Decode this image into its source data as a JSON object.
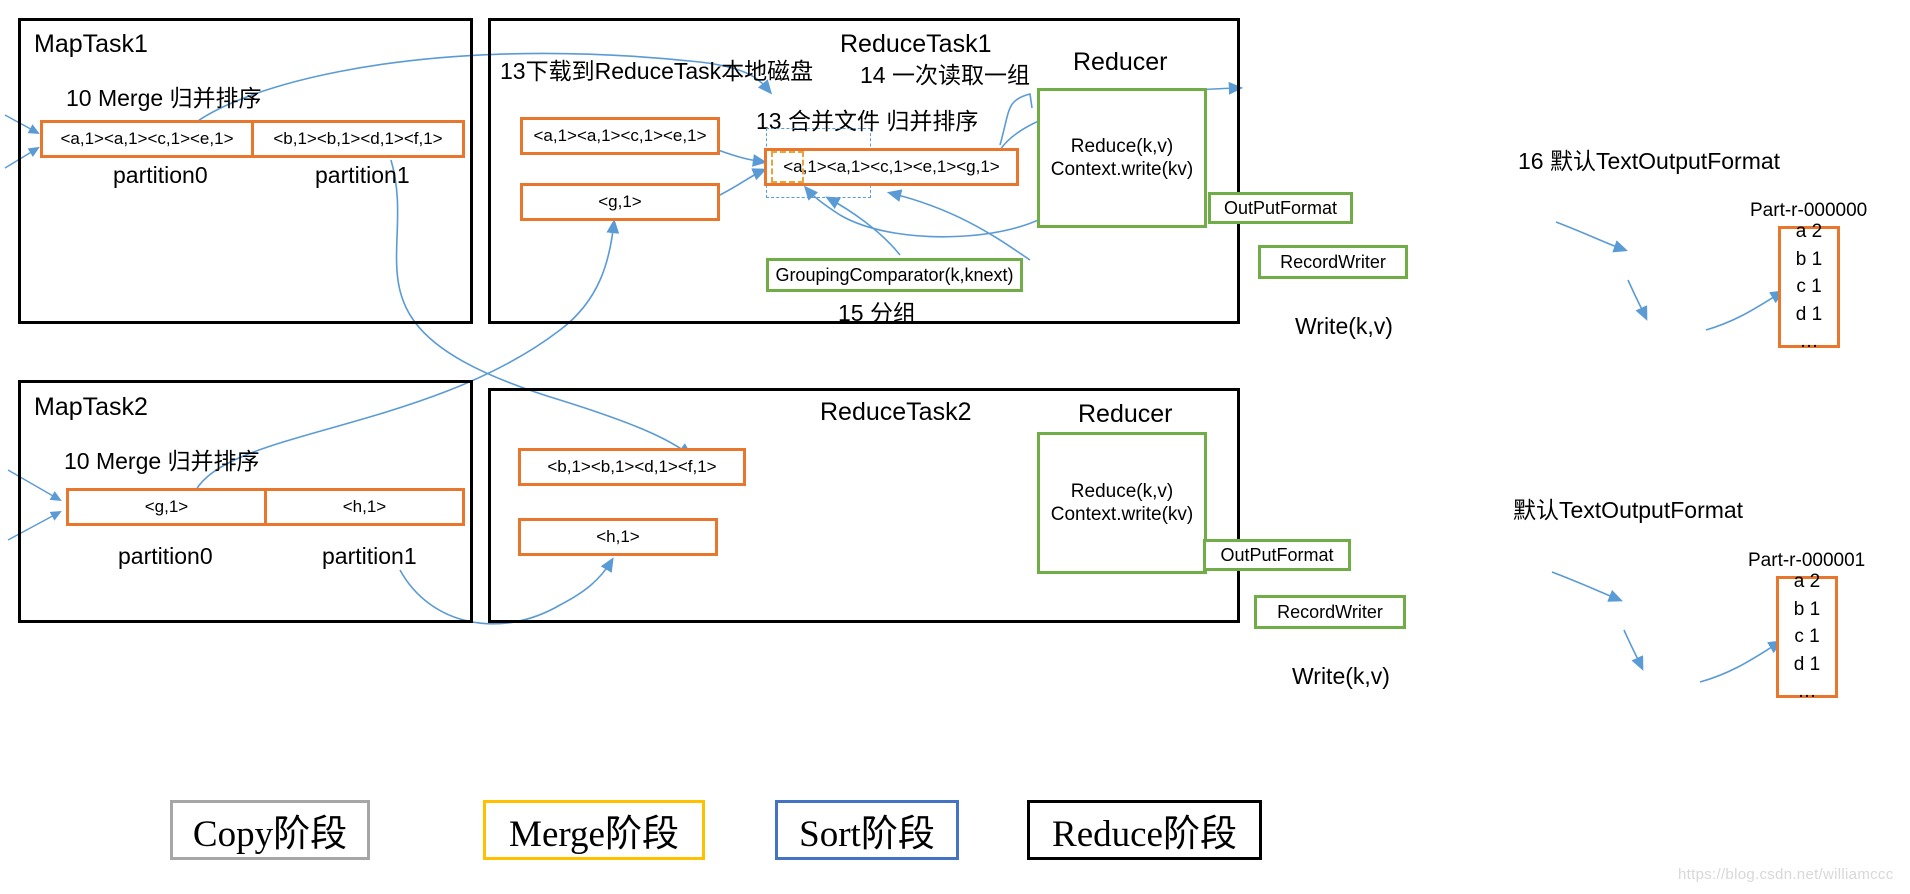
{
  "diagram": {
    "title_hidden": "MapReduce Shuffle / Reduce phase diagram",
    "watermark": "https://blog.csdn.net/williamccc"
  },
  "maptask1": {
    "title": "MapTask1",
    "merge_label": "10 Merge 归并排序",
    "partition0_data": "<a,1><a,1><c,1><e,1>",
    "partition1_data": "<b,1><b,1><d,1><f,1>",
    "partition0_label": "partition0",
    "partition1_label": "partition1"
  },
  "maptask2": {
    "title": "MapTask2",
    "merge_label": "10 Merge 归并排序",
    "partition0_data": "<g,1>",
    "partition1_data": "<h,1>",
    "partition0_label": "partition0",
    "partition1_label": "partition1"
  },
  "reducetask1": {
    "title": "ReduceTask1",
    "download_label": "13下载到ReduceTask本地磁盘",
    "read_group_label": "14 一次读取一组",
    "merge_files_label": "13 合并文件 归并排序",
    "file1": "<a,1><a,1><c,1><e,1>",
    "file2": "<g,1>",
    "merged": "<a,1><a,1><c,1><e,1><g,1>",
    "reducer_title": "Reducer",
    "reducer_line1": "Reduce(k,v)",
    "reducer_line2": "Context.write(kv)",
    "grouping_comparator": "GroupingComparator(k,knext)",
    "grouping_label": "15 分组"
  },
  "reducetask2": {
    "title": "ReduceTask2",
    "file1": "<b,1><b,1><d,1><f,1>",
    "file2": "<h,1>",
    "reducer_title": "Reducer",
    "reducer_line1": "Reduce(k,v)",
    "reducer_line2": "Context.write(kv)"
  },
  "output1": {
    "format_label": "16 默认TextOutputFormat",
    "outputformat": "OutPutFormat",
    "recordwriter": "RecordWriter",
    "write_label": "Write(k,v)",
    "part_name": "Part-r-000000",
    "rows": [
      "a 2",
      "b 1",
      "c 1",
      "d 1",
      "…"
    ]
  },
  "output2": {
    "format_label": "默认TextOutputFormat",
    "outputformat": "OutPutFormat",
    "recordwriter": "RecordWriter",
    "write_label": "Write(k,v)",
    "part_name": "Part-r-000001",
    "rows": [
      "a 2",
      "b 1",
      "c 1",
      "d 1",
      "…"
    ]
  },
  "legend": {
    "items": [
      {
        "label": "Copy阶段",
        "color": "#A6A6A6"
      },
      {
        "label": "Merge阶段",
        "color": "#FFC000"
      },
      {
        "label": "Sort阶段",
        "color": "#4472C4"
      },
      {
        "label": "Reduce阶段",
        "color": "#000000"
      }
    ]
  },
  "colors": {
    "orange": "#E8762C",
    "green": "#70AD47",
    "arrow_blue": "#5B9BD5",
    "black": "#000000"
  }
}
